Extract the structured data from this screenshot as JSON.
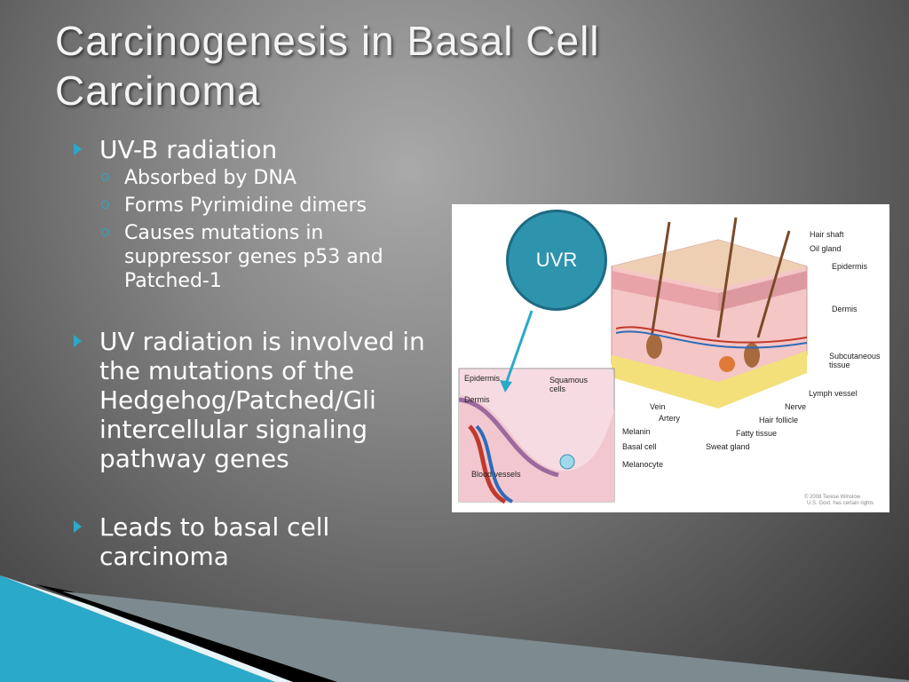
{
  "slide": {
    "title": "Carcinogenesis in Basal Cell Carcinoma",
    "bullets": [
      {
        "text": "UV-B radiation",
        "sub": [
          "Absorbed by DNA",
          "Forms Pyrimidine dimers",
          "Causes mutations in suppressor genes p53 and Patched-1"
        ]
      },
      {
        "text": "UV radiation is involved in the mutations of the Hedgehog/Patched/Gli intercellular signaling pathway genes"
      },
      {
        "text": "Leads to basal cell carcinoma"
      }
    ]
  },
  "diagram": {
    "uvr_label": "UVR",
    "labels": {
      "hair_shaft": "Hair shaft",
      "oil_gland": "Oil gland",
      "epidermis": "Epidermis",
      "dermis": "Dermis",
      "subcutaneous_1": "Subcutaneous",
      "subcutaneous_2": "tissue",
      "lymph_vessel": "Lymph vessel",
      "nerve": "Nerve",
      "hair_follicle": "Hair follicle",
      "fatty_tissue": "Fatty tissue",
      "sweat_gland": "Sweat gland",
      "vein": "Vein",
      "artery": "Artery",
      "inset_epidermis": "Epidermis",
      "inset_dermis": "Dermis",
      "squamous_1": "Squamous",
      "squamous_2": "cells",
      "melanin": "Melanin",
      "basal_cell": "Basal cell",
      "melanocyte": "Melanocyte",
      "blood_vessels": "Blood vessels",
      "copyright_1": "© 2008 Terese Winslow",
      "copyright_2": "U.S. Govt. has certain rights"
    }
  },
  "colors": {
    "accent": "#2aa9c9",
    "uvr_fill": "#2e94ad"
  }
}
